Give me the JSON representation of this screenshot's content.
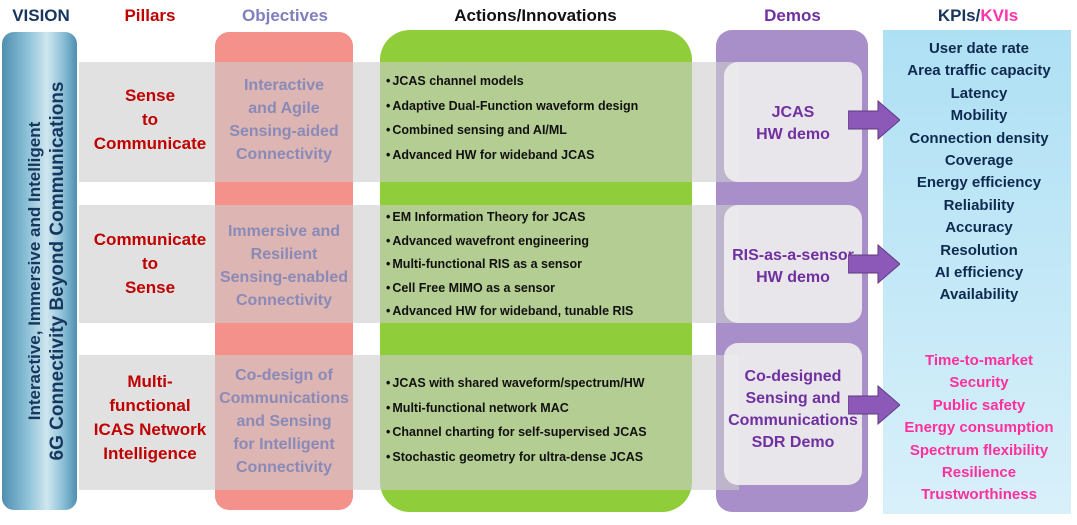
{
  "headers": {
    "vision": "VISION",
    "pillars": "Pillars",
    "objectives": "Objectives",
    "actions": "Actions/Innovations",
    "demos": "Demos",
    "kpis": "KPIs/",
    "kvis": "KVIs"
  },
  "vision": {
    "line1": "Interactive, Immersive and Intelligent",
    "line2": "6G Connectivity Beyond Communications"
  },
  "rows": [
    {
      "pillar": [
        "Sense",
        "to",
        "Communicate"
      ],
      "objective": [
        "Interactive",
        "and Agile",
        "Sensing-aided",
        "Connectivity"
      ],
      "actions": [
        "JCAS channel models",
        "Adaptive Dual-Function waveform design",
        "Combined sensing and AI/ML",
        "Advanced HW for wideband JCAS"
      ],
      "demo": [
        "JCAS",
        "HW demo"
      ]
    },
    {
      "pillar": [
        "Communicate",
        "to",
        "Sense"
      ],
      "objective": [
        "Immersive and",
        "Resilient",
        "Sensing-enabled",
        "Connectivity"
      ],
      "actions": [
        "EM Information Theory for JCAS",
        "Advanced wavefront engineering",
        "Multi-functional RIS as a sensor",
        "Cell Free MIMO as a sensor",
        "Advanced HW for wideband, tunable RIS"
      ],
      "demo": [
        "RIS-as-a-sensor",
        "HW demo"
      ]
    },
    {
      "pillar": [
        "Multi-",
        "functional",
        "ICAS Network",
        "Intelligence"
      ],
      "objective": [
        "Co-design of",
        "Communications",
        "and Sensing",
        "for Intelligent",
        "Connectivity"
      ],
      "actions": [
        "JCAS with shared waveform/spectrum/HW",
        "Multi-functional network MAC",
        "Channel charting for self-supervised JCAS",
        "Stochastic geometry for ultra-dense JCAS"
      ],
      "demo": [
        "Co-designed",
        "Sensing and",
        "Communications",
        "SDR Demo"
      ]
    }
  ],
  "kpis": [
    "User date rate",
    "Area traffic capacity",
    "Latency",
    "Mobility",
    "Connection density",
    "Coverage",
    "Energy efficiency",
    "Reliability",
    "Accuracy",
    "Resolution",
    "AI efficiency",
    "Availability"
  ],
  "kvis": [
    "Time-to-market",
    "Security",
    "Public safety",
    "Energy consumption",
    "Spectrum flexibility",
    "Resilience",
    "Trustworthiness"
  ],
  "colors": {
    "vision_text": "#17365d",
    "pillar_text": "#c00000",
    "objective_column": "#f4918a",
    "objective_text": "#8a8ab8",
    "actions_column": "#8fce3a",
    "demos_column": "#a98fc9",
    "demo_text": "#7030a0",
    "kpi_column": "#bfe7f6",
    "kpi_text": "#0f2a50",
    "kvi_text": "#ff2f9c",
    "arrow": "#8c59b8"
  },
  "icons": {
    "arrow": "right-arrow-icon"
  }
}
